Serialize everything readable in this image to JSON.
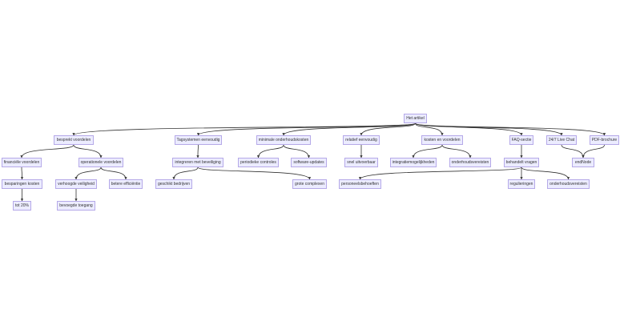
{
  "colors": {
    "node_fill": "#ECECFF",
    "node_border": "#B5A9E8",
    "edge": "#333333"
  },
  "nodes": {
    "root": "Het artikel",
    "a": "besprekt voordelen",
    "b": "Tagsystemen eenvoudig",
    "c": "minimale onderhoudskosten",
    "d": "relatief eenvoudig",
    "e": "kosten en voordelen",
    "f": "FAQ-sectie",
    "g": "24/7 Live Chat",
    "h": "PDF-brochure",
    "a1": "financiële voordelen",
    "a2": "operationele voordelen",
    "b1": "integreren met beveiliging",
    "c1": "periodieke controles",
    "c2": "software-updates",
    "d1": "snel uitvoerbaar",
    "e1": "integratiemogelijkheden",
    "e2": "onderhoudsvereisten",
    "f1": "behandelt vragen",
    "end": "endNode",
    "a11": "besparingen kosten",
    "a21": "verhoogde veiligheid",
    "a22": "betere efficiëntie",
    "b11": "geschikt bedrijven",
    "b12": "grote complexen",
    "f11": "personeelsbehoeften",
    "f12": "regulieringen",
    "f13": "onderhoudsvereisten",
    "a111": "tot 20%",
    "a211": "bevoegde toegang"
  },
  "edges": [
    [
      "root",
      "a"
    ],
    [
      "root",
      "b"
    ],
    [
      "root",
      "c"
    ],
    [
      "root",
      "d"
    ],
    [
      "root",
      "e"
    ],
    [
      "root",
      "f"
    ],
    [
      "root",
      "g"
    ],
    [
      "root",
      "h"
    ],
    [
      "a",
      "a1"
    ],
    [
      "a",
      "a2"
    ],
    [
      "b",
      "b1"
    ],
    [
      "c",
      "c1"
    ],
    [
      "c",
      "c2"
    ],
    [
      "d",
      "d1"
    ],
    [
      "e",
      "e1"
    ],
    [
      "e",
      "e2"
    ],
    [
      "f",
      "f1"
    ],
    [
      "g",
      "end"
    ],
    [
      "h",
      "end"
    ],
    [
      "a1",
      "a11"
    ],
    [
      "a2",
      "a21"
    ],
    [
      "a2",
      "a22"
    ],
    [
      "b1",
      "b11"
    ],
    [
      "b1",
      "b12"
    ],
    [
      "f1",
      "f11"
    ],
    [
      "f1",
      "f12"
    ],
    [
      "f1",
      "f13"
    ],
    [
      "a11",
      "a111"
    ],
    [
      "a21",
      "a211"
    ]
  ]
}
